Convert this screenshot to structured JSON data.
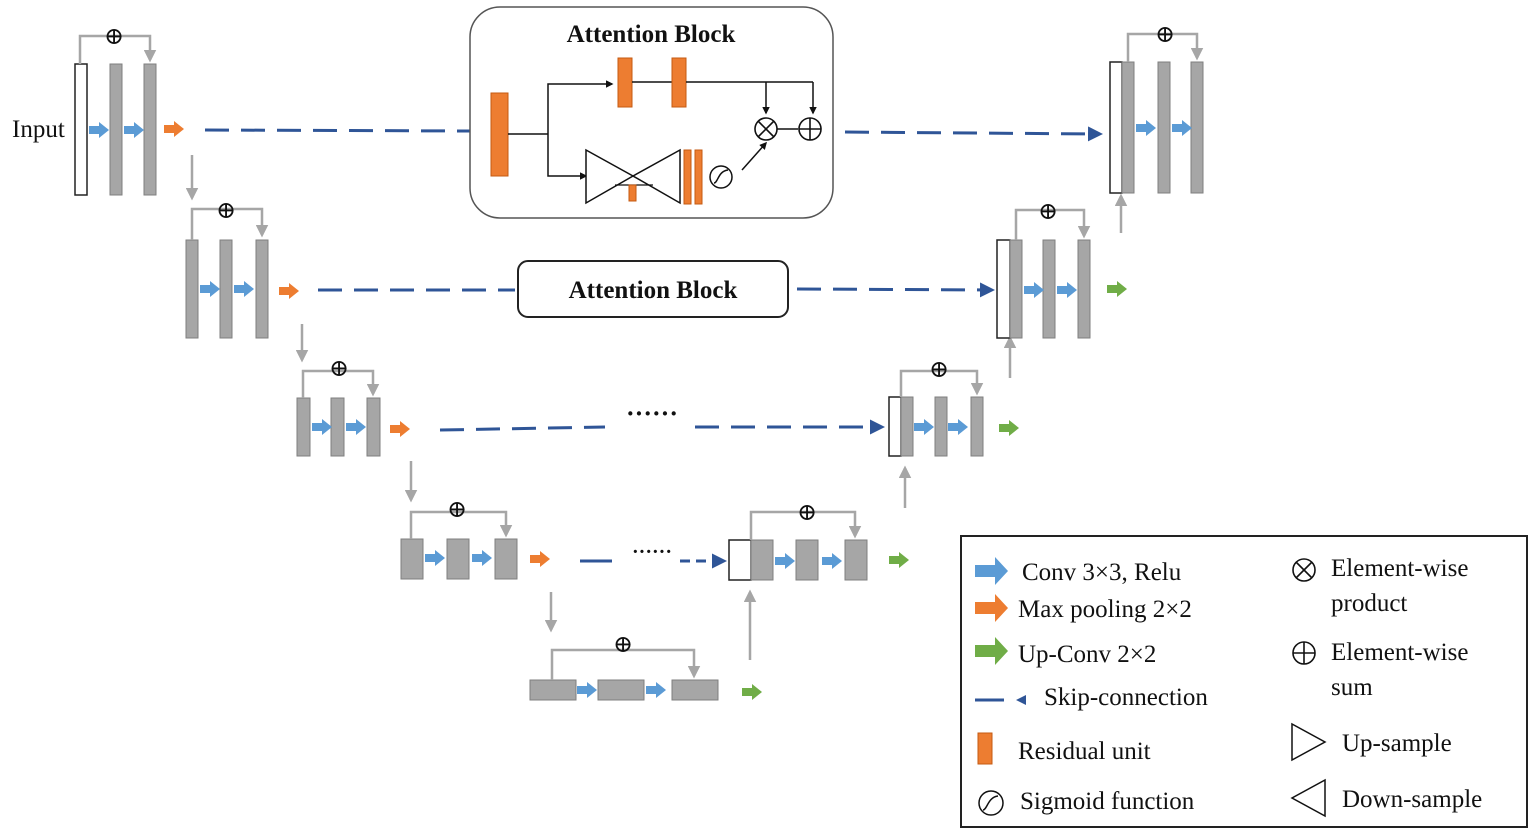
{
  "diagram": {
    "input_label": "Input",
    "attention_block_expanded_title": "Attention Block",
    "attention_block_label": "Attention Block",
    "ellipsis_level3": "······",
    "ellipsis_level4": "······",
    "sum_symbol": "⊕",
    "product_symbol": "⊗"
  },
  "legend": {
    "conv": "Conv 3×3, Relu",
    "maxpool": "Max pooling  2×2",
    "upconv": "Up-Conv 2×2",
    "skip": "Skip-connection",
    "residual": "Residual unit",
    "sigmoid": "Sigmoid function",
    "product_line1": "Element-wise",
    "product_line2": "product",
    "sum_line1": "Element-wise",
    "sum_line2": "sum",
    "upsample": "Up-sample",
    "downsample": "Down-sample"
  },
  "colors": {
    "block_gray": "#a6a6a6",
    "block_stroke": "#7f7f7f",
    "conv_blue": "#5b9bd5",
    "pool_orange": "#ed7d31",
    "upconv_green": "#70ad47",
    "skip_navy": "#2f5597",
    "arrow_gray": "#a6a6a6"
  }
}
